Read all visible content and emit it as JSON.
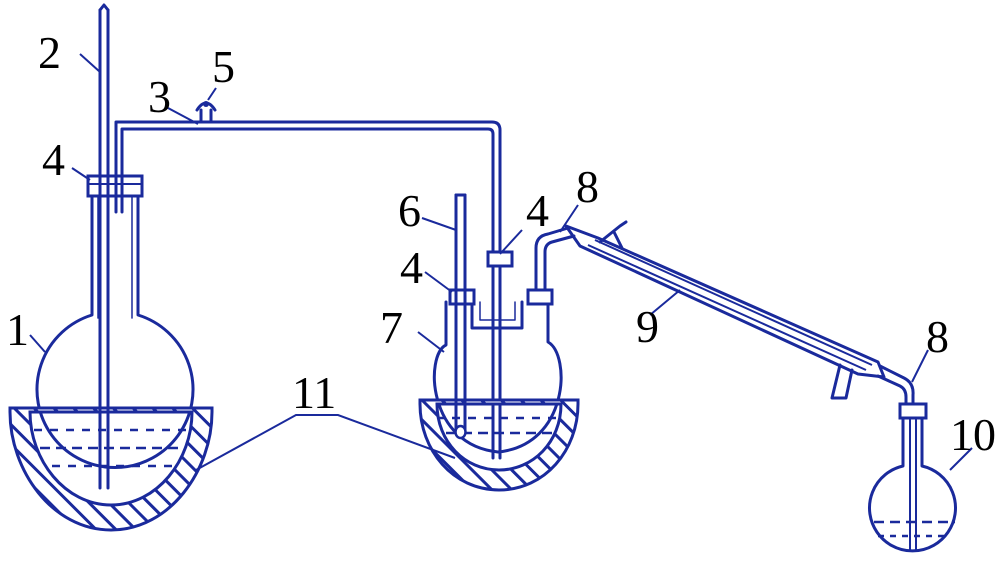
{
  "diagram": {
    "line_color": "#1a2a9c",
    "labels": {
      "flask": "1",
      "safety_tube": "2",
      "connecting_tube": "3",
      "stopper": "4",
      "clamp": "5",
      "thermometer": "6",
      "distilling_flask": "7",
      "adapter": "8",
      "condenser": "9",
      "receiver": "10",
      "heating_bath": "11"
    }
  }
}
